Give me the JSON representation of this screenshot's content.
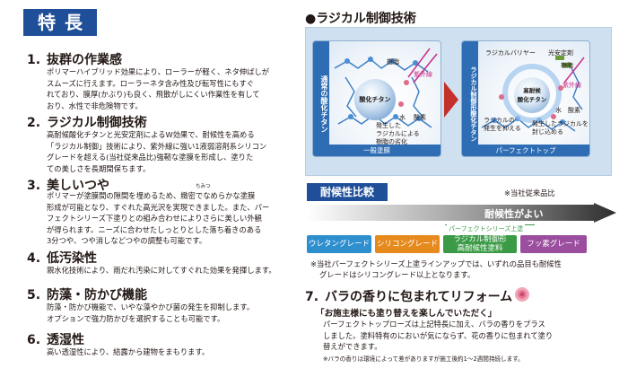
{
  "header": {
    "badge": "特長"
  },
  "features": [
    {
      "num": "1.",
      "title": "抜群の作業感",
      "lines": [
        "ポリマーハイブリッド効果により、ローラーが軽く、ネタ伸ばしが",
        "スムーズに行えます。ローラーネタ含み性及び転写性にもすぐ",
        "れており、膜厚(かぶり)も良く、飛散がしにくい作業性を有して",
        "おり、水性で非危険物です。"
      ]
    },
    {
      "num": "2.",
      "title": "ラジカル制御技術",
      "lines": [
        "高耐候酸化チタンと光安定剤によるW効果で、耐候性を高める",
        "「ラジカル制御」技術により、紫外線に強い1液弱溶剤系シリコン",
        "グレードを超える(当社従来品比)強靭な塗膜を形成し、塗りた",
        "ての美しさを長期間保ちます。"
      ]
    },
    {
      "num": "3.",
      "title": "美しいつや",
      "ruby": "ちみつ",
      "lines": [
        "ポリマーが塗膜間の隙間を埋めるため、緻密でなめらかな塗膜",
        "形成が可能となり、すぐれた高光沢を実現できました。また、パー",
        "フェクトシリーズ下塗りとの組み合わせによりさらに美しい外観",
        "が得られます。ニーズに合わせたしっとりとした落ち着きのある",
        "3分つや、つや消しなどつやの調整も可能です。"
      ]
    },
    {
      "num": "4.",
      "title": "低汚染性",
      "lines": [
        "親水化技術により、雨だれ汚染に対してすぐれた効果を発揮します。"
      ]
    },
    {
      "num": "5.",
      "title": "防藻・防かび機能",
      "lines": [
        "防藻・防かび機能で、いやな藻やかび菌の発生を抑制します。",
        "オプションで強力防かびを選択することも可能です。"
      ]
    },
    {
      "num": "6.",
      "title": "透湿性",
      "lines": [
        "高い透湿性により、結露から建物をまもります。"
      ]
    }
  ],
  "radical": {
    "title": "●ラジカル制御技術",
    "left_panel": {
      "side": "通常の酸化チタン",
      "resin": "樹脂",
      "uv": "紫外線",
      "tio2": "酸化チタン",
      "water": "水",
      "oxygen": "酸素",
      "generated": [
        "発生した",
        "ラジカルによる",
        "樹脂の劣化"
      ],
      "foot": "一般塗膜"
    },
    "right_panel": {
      "side": "ラジカル制御形酸化チタン",
      "barrier": "ラジカルバリヤー",
      "stabilizer": "光安定剤",
      "resin": "樹脂",
      "uv": "紫外線",
      "tio2": [
        "高耐候",
        "酸化チタン"
      ],
      "water": "水",
      "oxygen": "酸素",
      "suppress": [
        "ラジカルの",
        "発生を抑える"
      ],
      "seal": [
        "発生したラジカルを",
        "封じ込める"
      ],
      "foot": "パーフェクトトップ"
    }
  },
  "weather": {
    "badge": "耐候性比較",
    "note_top": "※当社従来品比",
    "arrow_label": "耐候性がよい",
    "series_label": "パーフェクトシリーズ上塗",
    "grades": [
      {
        "label": "ウレタングレード",
        "color": "#2e8fcf"
      },
      {
        "label": "シリコングレード",
        "color": "#e68a1e"
      },
      {
        "label_line1": "ラジカル制御形",
        "label_line2": "高耐候性塗料",
        "color": "#3a9a45"
      },
      {
        "label": "フッ素グレード",
        "color": "#9b4e9e"
      }
    ],
    "note_lines": [
      "※当社パーフェクトシリーズ上塗ラインアップでは、いずれの品目も耐候性",
      "グレードはシリコングレード以上となります。"
    ]
  },
  "rose": {
    "num": "7.",
    "title": "バラの香りに包まれてリフォーム",
    "quote": "「お施主様にも塗り替えを楽しんでいただく」",
    "lines": [
      "パーフェクトトップローズは上記特長に加え、バラの香りをプラス",
      "しました。塗料特有のにおいが気にならず、花の香りに包まれて塗り",
      "替えができます。"
    ],
    "footnote": "※バラの香りは環境によって差がありますが施工後約1～2週間持続します。"
  }
}
